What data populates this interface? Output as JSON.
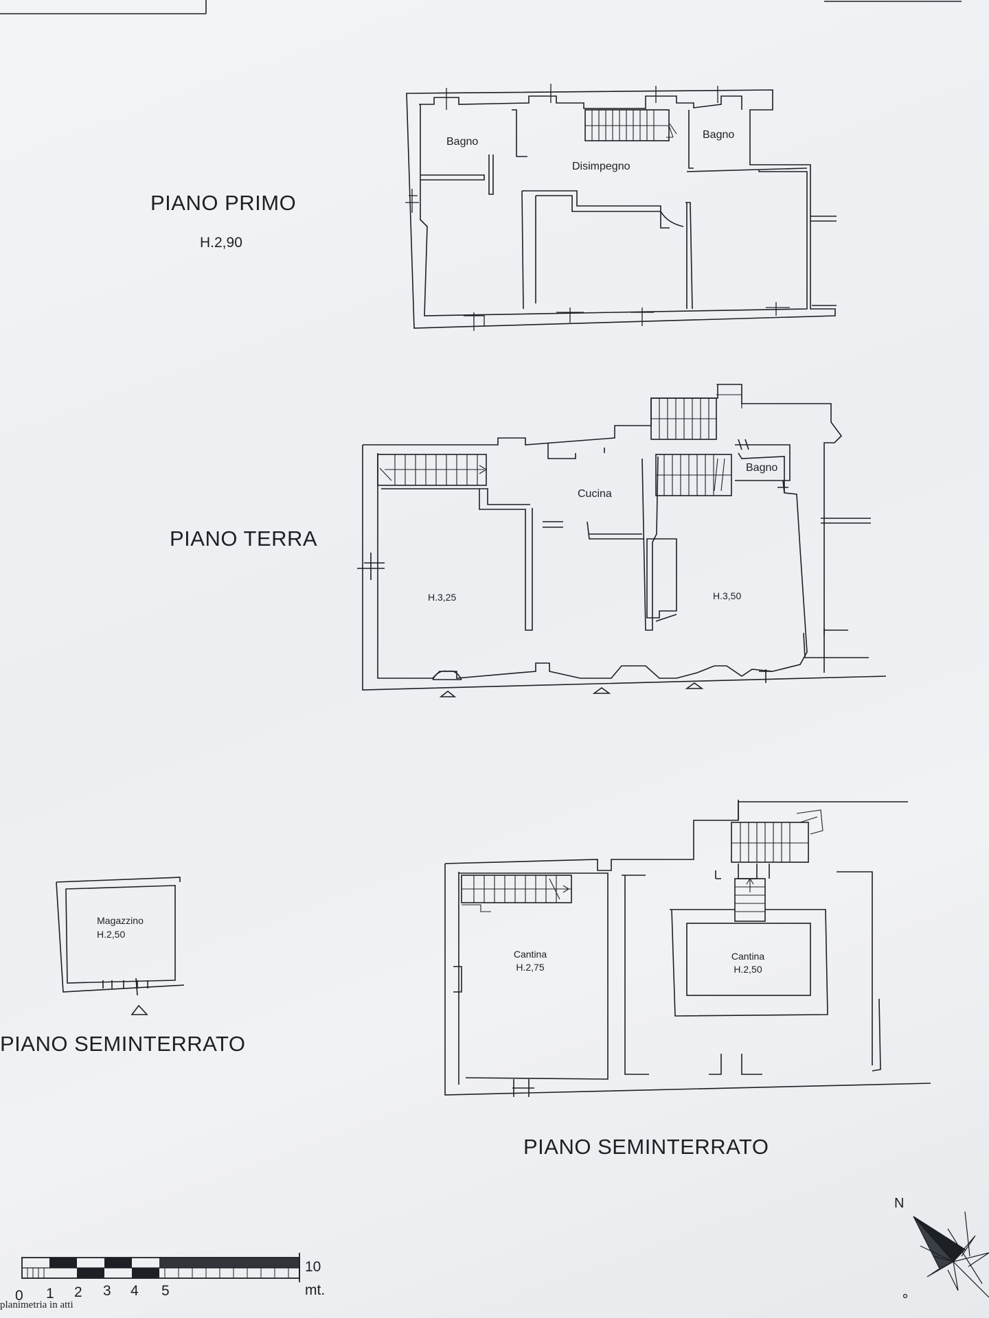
{
  "floors": {
    "primo": {
      "title": "PIANO PRIMO",
      "height": "H.2,90"
    },
    "terra": {
      "title": "PIANO TERRA"
    },
    "seminterrato_left": {
      "title": "PIANO SEMINTERRATO"
    },
    "seminterrato_right": {
      "title": "PIANO SEMINTERRATO"
    }
  },
  "rooms": {
    "primo_bagno_1": "Bagno",
    "primo_bagno_2": "Bagno",
    "primo_disimpegno": "Disimpegno",
    "terra_cucina": "Cucina",
    "terra_bagno": "Bagno",
    "terra_h_left": "H.3,25",
    "terra_h_right": "H.3,50",
    "magazzino_name": "Magazzino",
    "magazzino_h": "H.2,50",
    "cantina1_name": "Cantina",
    "cantina1_h": "H.2,75",
    "cantina2_name": "Cantina",
    "cantina2_h": "H.2,50"
  },
  "scale": {
    "ticks": [
      "0",
      "1",
      "2",
      "3",
      "4",
      "5",
      "10"
    ],
    "unit": "mt.",
    "caption": "planimetria in atti"
  },
  "compass": {
    "north": "N"
  },
  "colors": {
    "line": "#1c1f24",
    "paper": "#eef0f3"
  }
}
